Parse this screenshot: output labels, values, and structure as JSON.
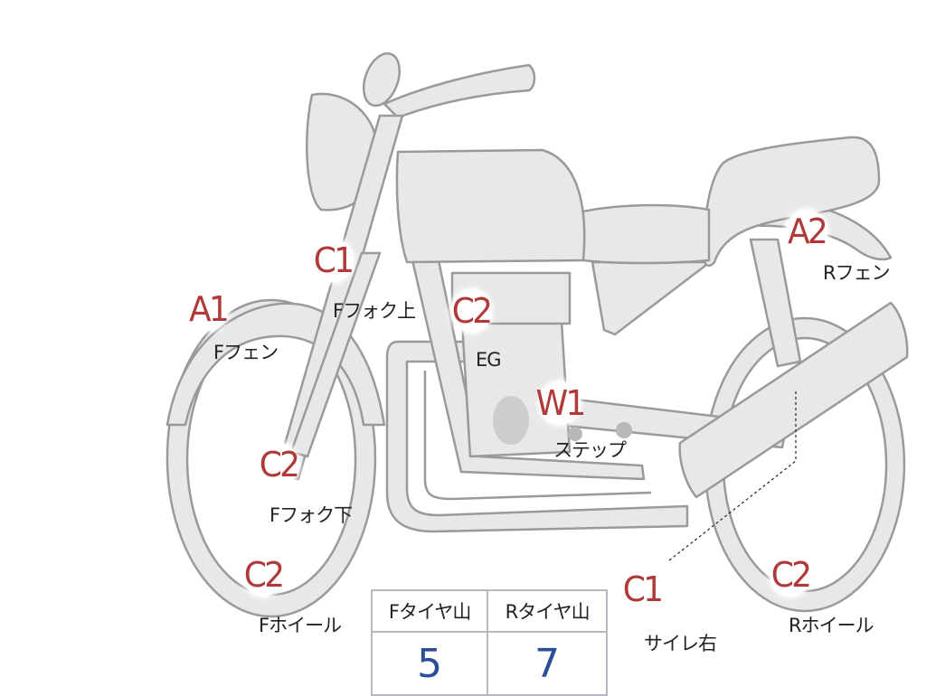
{
  "markers": {
    "f_fender": {
      "code": "A1",
      "label": "Fフェン"
    },
    "f_fork_up": {
      "code": "C1",
      "label": "Fフォク上"
    },
    "engine": {
      "code": "C2",
      "label": "EG"
    },
    "step": {
      "code": "W1",
      "label": "ステップ"
    },
    "r_fender": {
      "code": "A2",
      "label": "Rフェン"
    },
    "f_fork_low": {
      "code": "C2",
      "label": "Fフォク下"
    },
    "f_wheel": {
      "code": "C2",
      "label": "Fホイール"
    },
    "muffler_r": {
      "code": "C1",
      "label": "サイレ右"
    },
    "r_wheel": {
      "code": "C2",
      "label": "Rホイール"
    }
  },
  "tread_table": {
    "headers": [
      "Fタイヤ山",
      "Rタイヤ山"
    ],
    "values": [
      "5",
      "7"
    ]
  },
  "colors": {
    "marker_text": "#b03a3a",
    "value_text": "#2a4f96",
    "bike_fill": "#e8e8e6",
    "bike_stroke": "#9a9a9a"
  }
}
